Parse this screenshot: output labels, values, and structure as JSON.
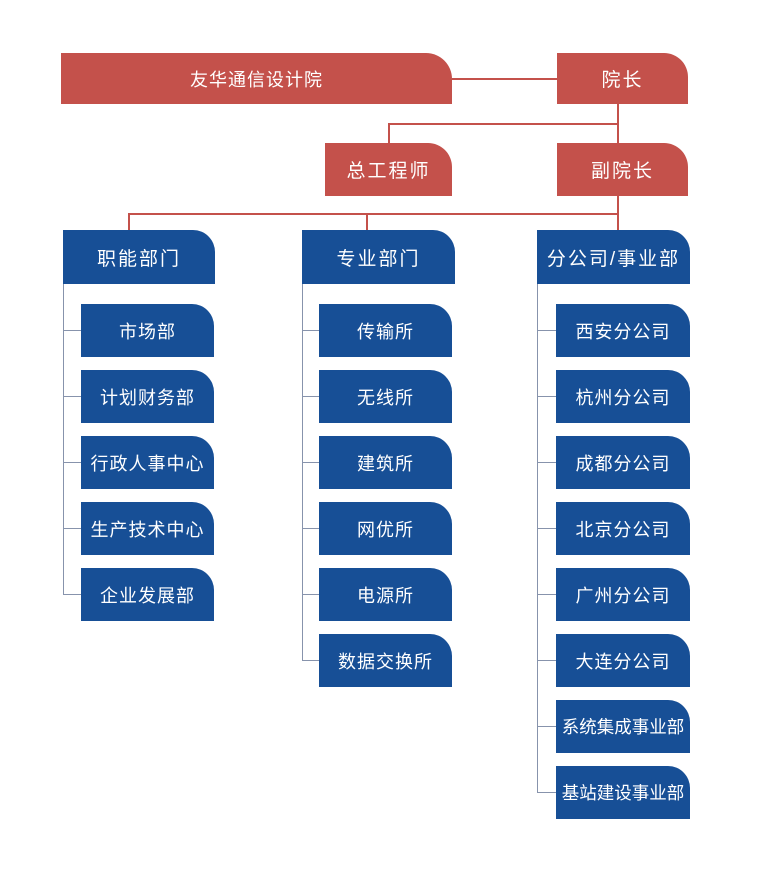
{
  "org": {
    "title": "友华通信设计院",
    "nodes": {
      "president": "院长",
      "chief_engineer": "总工程师",
      "vice_president": "副院长"
    },
    "columns": [
      {
        "header": "职能部门",
        "items": [
          "市场部",
          "计划财务部",
          "行政人事中心",
          "生产技术中心",
          "企业发展部"
        ]
      },
      {
        "header": "专业部门",
        "items": [
          "传输所",
          "无线所",
          "建筑所",
          "网优所",
          "电源所",
          "数据交换所"
        ]
      },
      {
        "header": "分公司/事业部",
        "items": [
          "西安分公司",
          "杭州分公司",
          "成都分公司",
          "北京分公司",
          "广州分公司",
          "大连分公司",
          "系统集成事业部",
          "基站建设事业部"
        ]
      }
    ],
    "colors": {
      "top_node_red": "#C4514B",
      "dept_node_blue": "#174F96",
      "hierarchy_line_red": "#C4514B",
      "column_line_gray": "#8793AC",
      "text": "#FFFFFF"
    }
  }
}
